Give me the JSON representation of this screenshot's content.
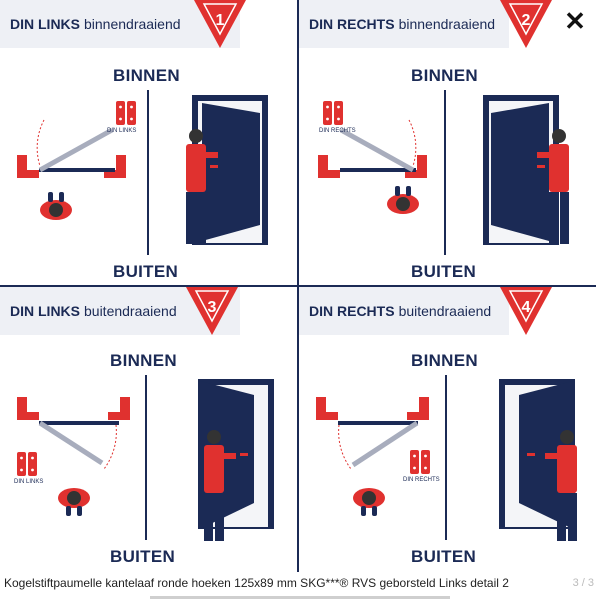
{
  "panels": [
    {
      "strong": "DIN LINKS",
      "light": "binnendraaiend",
      "number": "1",
      "top_label": "BINNEN",
      "bottom_label": "BUITEN",
      "hinge_label": "DIN LINKS"
    },
    {
      "strong": "DIN RECHTS",
      "light": "binnendraaiend",
      "number": "2",
      "top_label": "BINNEN",
      "bottom_label": "BUITEN",
      "hinge_label": "DIN RECHTS"
    },
    {
      "strong": "DIN LINKS",
      "light": "buitendraaiend",
      "number": "3",
      "top_label": "BINNEN",
      "bottom_label": "BUITEN",
      "hinge_label": "DIN LINKS"
    },
    {
      "strong": "DIN RECHTS",
      "light": "buitendraaiend",
      "number": "4",
      "top_label": "BINNEN",
      "bottom_label": "BUITEN",
      "hinge_label": "DIN RECHTS"
    }
  ],
  "caption": "Kogelstiftpaumelle kantelaaf ronde hoeken 125x89 mm SKG***® RVS geborsteld Links detail 2",
  "counter": "3 / 3",
  "close_glyph": "✕",
  "colors": {
    "navy": "#1b2a55",
    "red": "#e0312f",
    "light_gray": "#eef0f5"
  }
}
